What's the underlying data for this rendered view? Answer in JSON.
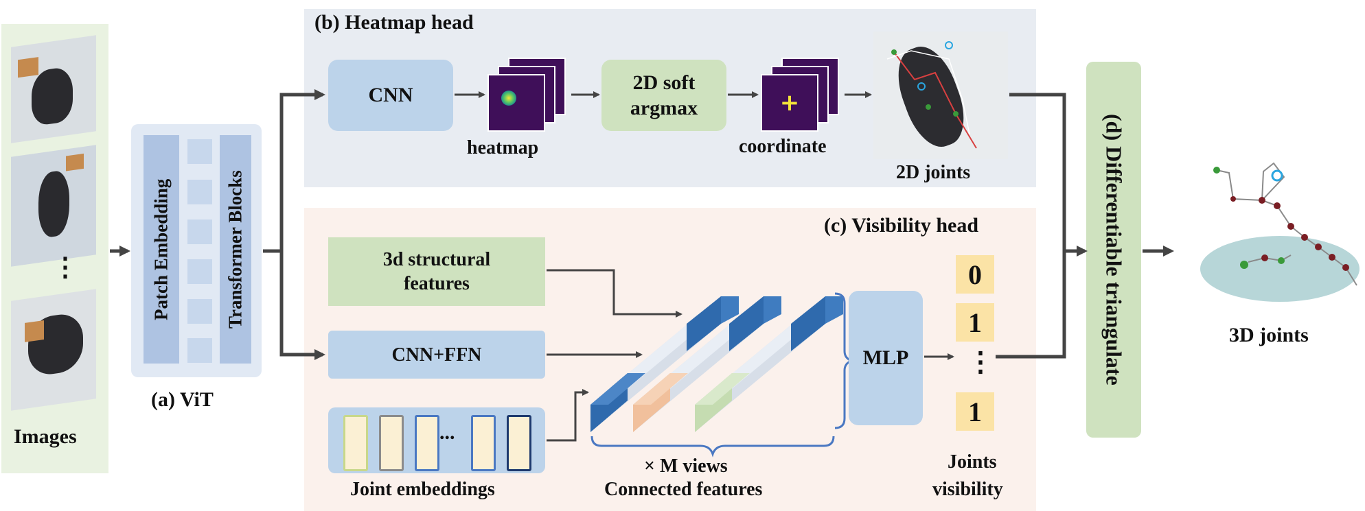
{
  "images": {
    "label": "Images",
    "ellipsis": "⋮"
  },
  "vit": {
    "caption": "(a) ViT",
    "patch_embedding": "Patch Embedding",
    "transformer_blocks": "Transformer Blocks"
  },
  "heatmap_head": {
    "title": "(b) Heatmap head",
    "cnn": "CNN",
    "heatmap_label": "heatmap",
    "soft_argmax_line1": "2D soft",
    "soft_argmax_line2": "argmax",
    "coordinate_label": "coordinate",
    "plus_mark": "+",
    "joints_2d_label": "2D joints"
  },
  "visibility_head": {
    "title": "(c) Visibility head",
    "structural_line1": "3d structural",
    "structural_line2": "features",
    "cnn_ffn": "CNN+FFN",
    "joint_embeddings_label": "Joint embeddings",
    "embed_ellipsis": "...",
    "m_views": "× M views",
    "connected_features": "Connected features",
    "mlp": "MLP",
    "visibility_values": [
      "0",
      "1",
      "⋮",
      "1"
    ],
    "joints_visibility_line1": "Joints",
    "joints_visibility_line2": "visibility"
  },
  "triangulate": {
    "label": "(d) Differentiable triangulate"
  },
  "output": {
    "label": "3D joints"
  },
  "colors": {
    "images_bg": "#e9f2e1",
    "vit_bg": "#e1e9f4",
    "vit_block": "#aec3e2",
    "heatmap_bg": "#e8ecf2",
    "visibility_bg": "#fbf1ec",
    "blue_box": "#bcd3ea",
    "green_box": "#cfe2bf",
    "heatmap_purple": "#3f0f59",
    "digit_bg": "#fbe3a6",
    "feature_blue": "#2f6aad",
    "feature_grey": "#d7dee8",
    "feature_orange": "#f1c09c",
    "feature_green": "#c5dcb1",
    "arrow": "#444444",
    "brace": "#4a78c2"
  }
}
